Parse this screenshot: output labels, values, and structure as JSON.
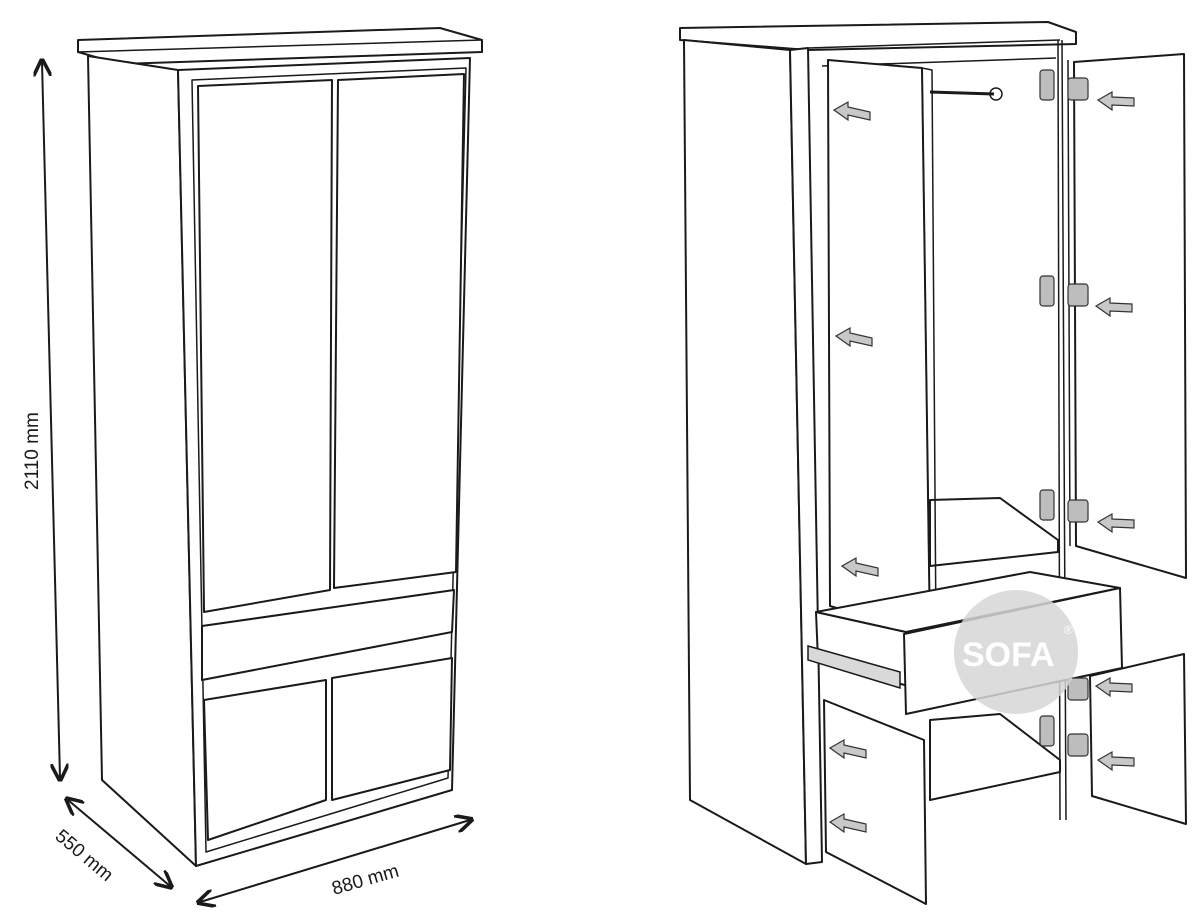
{
  "dimensions": {
    "height_label": "2110 mm",
    "depth_label": "550 mm",
    "width_label": "880 mm"
  },
  "watermark": {
    "text": "SOFA",
    "mark": "®",
    "fill": "#d6d6d6"
  },
  "colors": {
    "line": "#1a1a1a",
    "arrow_fill": "#c8c8c8",
    "background": "#ffffff"
  }
}
